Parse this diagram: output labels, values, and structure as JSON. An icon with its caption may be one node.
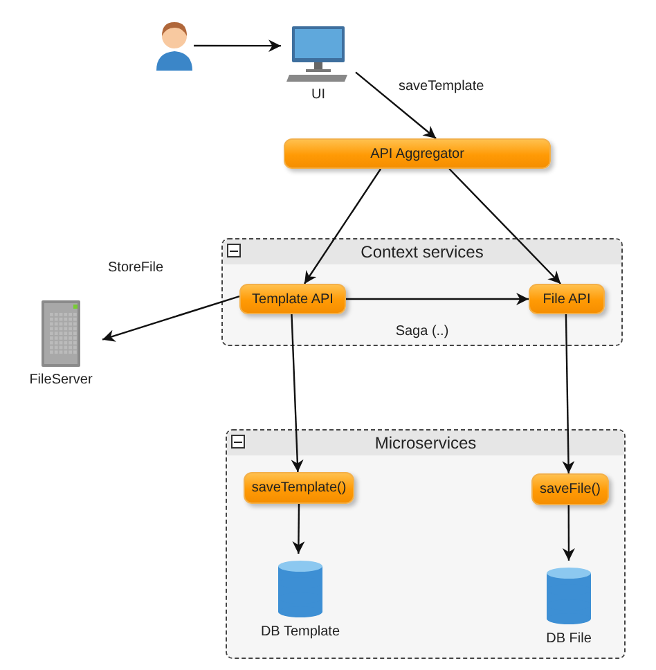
{
  "diagram": {
    "nodes": [
      {
        "text": [],
        "shape": "person"
      },
      {
        "text": [
          "UI"
        ]
      },
      {
        "text": [
          "API Aggregator"
        ]
      },
      {
        "text": [
          "Context services",
          "Saga (..)"
        ]
      },
      {
        "text": [
          "Template API"
        ],
        "in": 3
      },
      {
        "text": [
          "File API"
        ],
        "in": 3
      },
      {
        "text": [
          "FileServer"
        ]
      },
      {
        "text": [
          "Microservices"
        ]
      },
      {
        "text": [
          "saveTemplate()"
        ],
        "in": 7
      },
      {
        "text": [
          "saveFile()"
        ],
        "in": 7
      },
      {
        "text": [
          "DB Template"
        ],
        "in": 7
      },
      {
        "text": [
          "DB File"
        ],
        "in": 7
      }
    ],
    "edges": [
      {
        "from": 0,
        "to": 1,
        "arrow": "to"
      },
      {
        "from": 1,
        "to": 2,
        "arrow": "to",
        "label": "saveTemplate"
      },
      {
        "from": 2,
        "to": 4,
        "arrow": "to"
      },
      {
        "from": 2,
        "to": 5,
        "arrow": "to"
      },
      {
        "from": 4,
        "to": 5,
        "arrow": "to"
      },
      {
        "from": 4,
        "to": 6,
        "arrow": "to",
        "label": "StoreFile"
      },
      {
        "from": 4,
        "to": 8,
        "arrow": "to"
      },
      {
        "from": 5,
        "to": 9,
        "arrow": "to"
      },
      {
        "from": 8,
        "to": 10,
        "arrow": "to"
      },
      {
        "from": 9,
        "to": 11,
        "arrow": "to"
      }
    ]
  }
}
